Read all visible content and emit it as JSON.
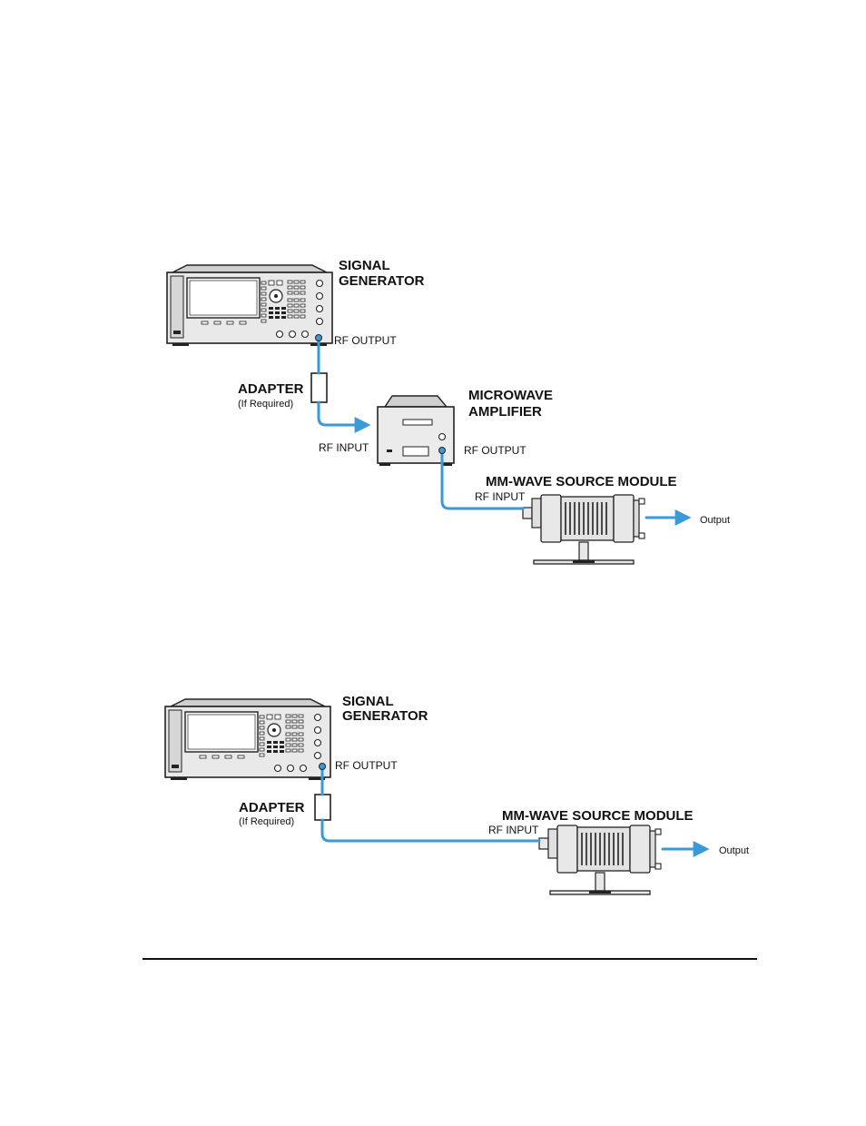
{
  "diagram_top": {
    "signal_generator": [
      "SIGNAL",
      "GENERATOR"
    ],
    "sg_rf_output": "RF OUTPUT",
    "adapter": "ADAPTER",
    "adapter_note": "(If Required)",
    "amplifier": [
      "MICROWAVE",
      "AMPLIFIER"
    ],
    "amp_rf_input": "RF INPUT",
    "amp_rf_output": "RF OUTPUT",
    "mm_wave_module": "MM-WAVE SOURCE MODULE",
    "mm_rf_input": "RF INPUT",
    "output": "Output"
  },
  "diagram_bottom": {
    "signal_generator": [
      "SIGNAL",
      "GENERATOR"
    ],
    "sg_rf_output": "RF OUTPUT",
    "adapter": "ADAPTER",
    "adapter_note": "(If Required)",
    "mm_wave_module": "MM-WAVE SOURCE MODULE",
    "mm_rf_input": "RF INPUT",
    "output": "Output"
  },
  "colors": {
    "cable": "#3a9ad9",
    "device_fill": "#e6e6e6",
    "device_dark": "#222222"
  }
}
